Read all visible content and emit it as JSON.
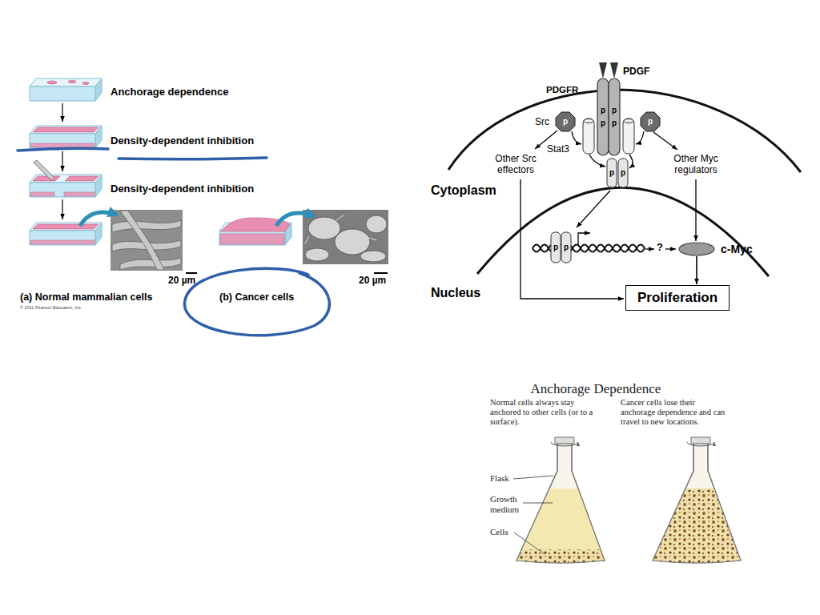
{
  "diagram": {
    "nodes": [
      {
        "text": [
          "c-Myc"
        ]
      },
      {
        "text": [
          "Proliferation"
        ]
      }
    ],
    "edges": [
      {
        "from": 0,
        "to": 1,
        "arrow": "to"
      }
    ],
    "labels": [
      "Anchorage dependence",
      "Density-dependent inhibition",
      "Density-dependent inhibition",
      "20 µm",
      "20 µm",
      "(a) Normal mammalian cells",
      "(b) Cancer cells",
      "© 2011 Pearson Education, Inc.",
      "PDGF",
      "PDGFR",
      "Src",
      "Stat3",
      "Other Src effectors",
      "Other Myc regulators",
      "Cytoplasm",
      "Nucleus",
      "?",
      "p",
      "p",
      "p",
      "p",
      "p",
      "p",
      "p",
      "p",
      "p",
      "p",
      "Anchorage Dependence",
      "Normal cells always stay anchored to other cells (or to a surface).",
      "Cancer cells lose their anchorage dependence and can travel to new locations.",
      "Flask",
      "Growth medium",
      "Cells"
    ]
  }
}
